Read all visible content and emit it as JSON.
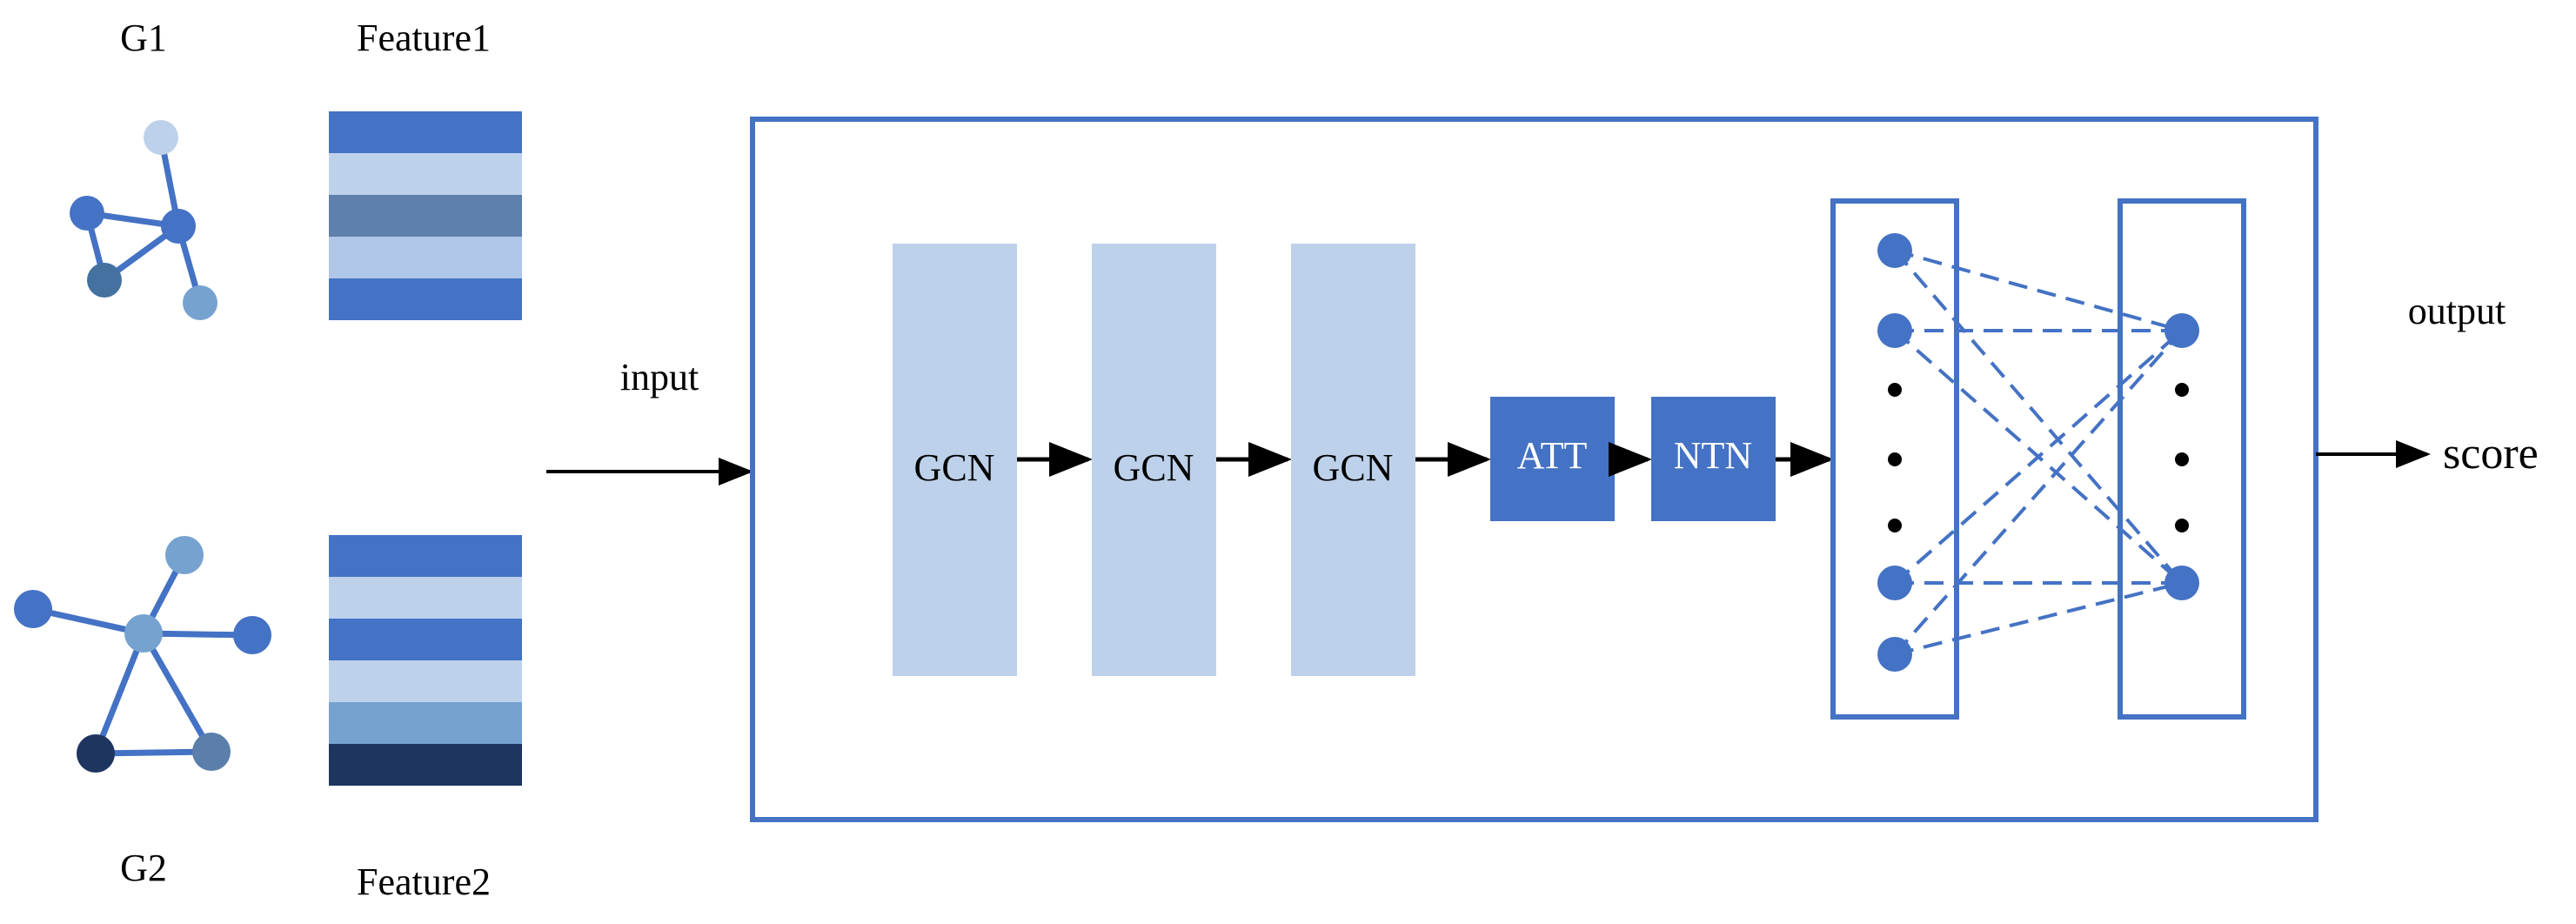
{
  "graphs": {
    "g1_label": "G1",
    "g2_label": "G2",
    "feature1_label": "Feature1",
    "feature2_label": "Feature2"
  },
  "flow": {
    "input_label": "input",
    "output_label": "output",
    "score_label": "score"
  },
  "layers": {
    "gcn1": "GCN",
    "gcn2": "GCN",
    "gcn3": "GCN",
    "att": "ATT",
    "ntn": "NTN"
  },
  "colors": {
    "primary_blue": "#4472C4",
    "light_blue": "#BDD1EA",
    "pale_blue": "#AFC6E6",
    "steel_blue": "#5B7FAA",
    "medium_blue": "#76A2D0",
    "navy": "#1E3560",
    "black": "#000000"
  }
}
